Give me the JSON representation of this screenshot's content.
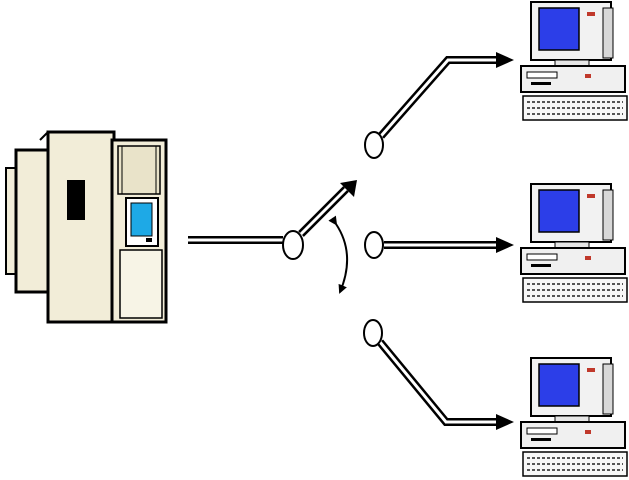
{
  "diagram": {
    "type": "switching-network",
    "nodes": [
      {
        "id": "host",
        "kind": "mainframe",
        "icon": "mainframe-icon"
      },
      {
        "id": "switch",
        "kind": "rotary-switch",
        "icon": "switch-icon"
      },
      {
        "id": "pc-top",
        "kind": "workstation",
        "icon": "desktop-computer-icon"
      },
      {
        "id": "pc-middle",
        "kind": "workstation",
        "icon": "desktop-computer-icon"
      },
      {
        "id": "pc-bottom",
        "kind": "workstation",
        "icon": "desktop-computer-icon"
      }
    ],
    "links": [
      {
        "from": "host",
        "to": "switch"
      },
      {
        "from": "switch",
        "to": "pc-top",
        "state": "selected"
      },
      {
        "from": "switch",
        "to": "pc-middle",
        "state": "open"
      },
      {
        "from": "switch",
        "to": "pc-bottom",
        "state": "open"
      }
    ],
    "colors": {
      "line": "#000000",
      "mainframe_body": "#f2edd8",
      "screen": "#2c3ee8",
      "background": "#ffffff"
    }
  }
}
